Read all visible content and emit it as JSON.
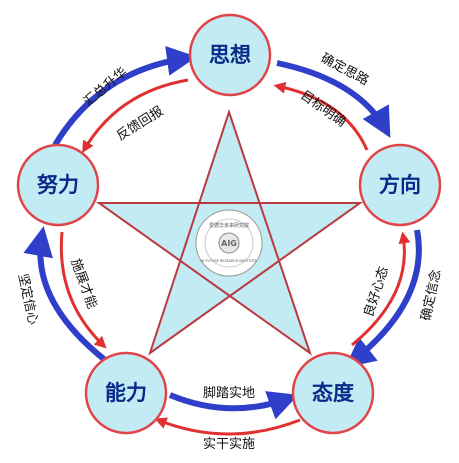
{
  "nodes": {
    "sixiang": "思想",
    "fangxiang": "方向",
    "taidu": "态度",
    "nengli": "能力",
    "nuli": "努力"
  },
  "edges": {
    "top_right_outer": "确定思路",
    "top_right_inner": "目标明确",
    "top_left_outer": "汇总升华",
    "top_left_inner": "反馈回报",
    "right_outer": "确定信念",
    "right_inner": "良好心态",
    "left_outer": "坚定信心",
    "left_inner": "施展才能",
    "bottom_inner": "脚踏实地",
    "bottom_outer": "实干实施"
  },
  "logo": {
    "top_text": "爱德华未来研究院",
    "core_text": "AIG",
    "bottom_text": "AI FUTURE RESEARCH INSTITUTE"
  },
  "colors": {
    "node_fill": "#c3ebf4",
    "node_stroke": "#e0454a",
    "star_fill": "#c3ebf4",
    "star_stroke": "#b83a40",
    "outer_arrow": "#2f3fc9",
    "inner_arrow": "#e03030",
    "node_text": "#0a2a8a"
  }
}
